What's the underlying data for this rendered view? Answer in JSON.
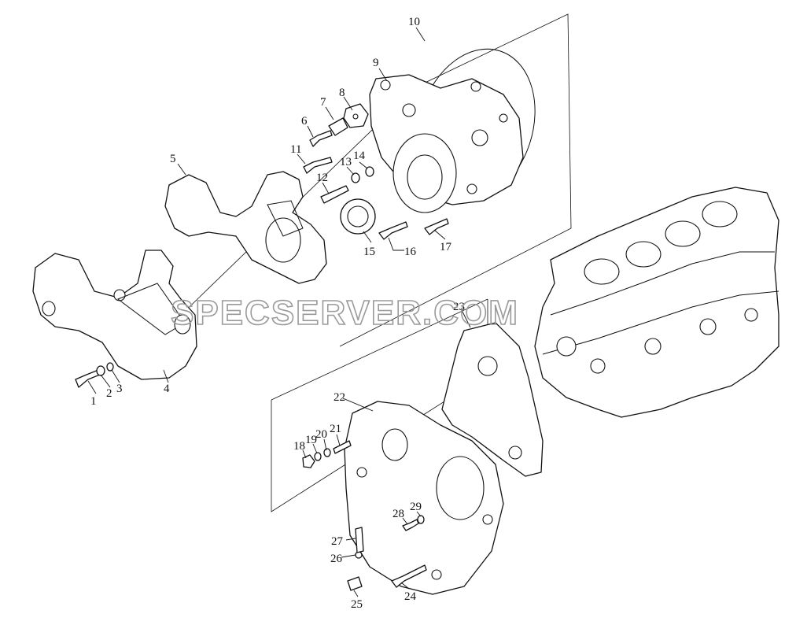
{
  "watermark": "SPECSERVER.COM",
  "callouts": [
    "1",
    "2",
    "3",
    "4",
    "5",
    "6",
    "7",
    "8",
    "9",
    "10",
    "11",
    "12",
    "13",
    "14",
    "15",
    "16",
    "17",
    "18",
    "19",
    "20",
    "21",
    "22",
    "23",
    "24",
    "25",
    "26",
    "27",
    "28",
    "29"
  ]
}
